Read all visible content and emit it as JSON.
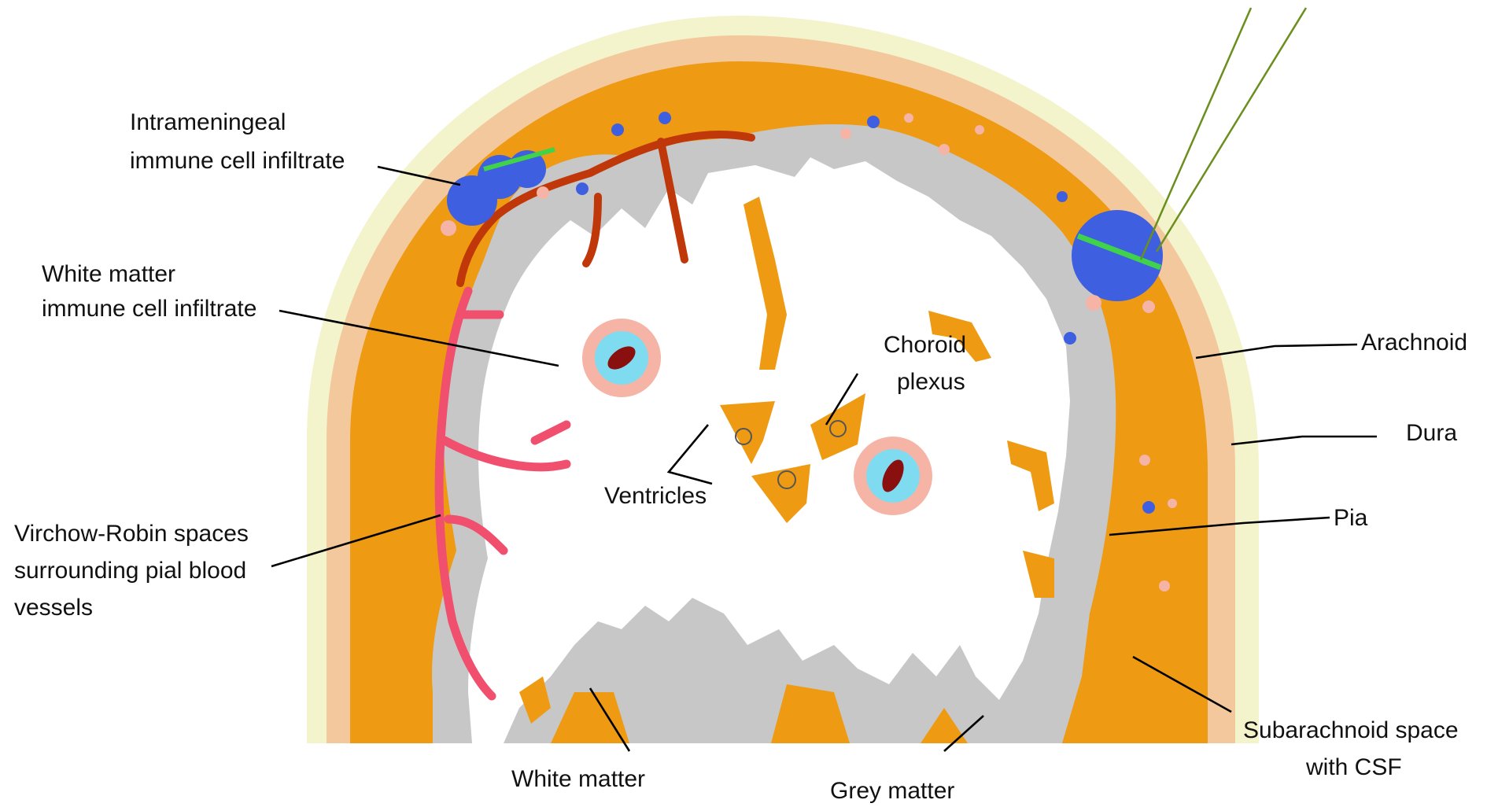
{
  "labels": {
    "intrameningeal_1": "Intrameningeal",
    "intrameningeal_2": "immune cell infiltrate",
    "white_matter_infiltrate_1": "White matter",
    "white_matter_infiltrate_2": "immune cell infiltrate",
    "virchow_1": "Virchow-Robin spaces",
    "virchow_2": "surrounding pial blood",
    "virchow_3": "vessels",
    "choroid_1": "Choroid",
    "choroid_2": "plexus",
    "ventricles": "Ventricles",
    "arachnoid": "Arachnoid",
    "dura": "Dura",
    "pia": "Pia",
    "subarachnoid_1": "Subarachnoid space",
    "subarachnoid_2": "with CSF",
    "white_matter": "White matter",
    "grey_matter": "Grey matter"
  },
  "colors": {
    "dura": "#f3f3cc",
    "arachnoid": "#f3c89c",
    "csf": "#ee9a12",
    "grey_matter": "#c7c7c7",
    "white_matter": "#ffffff",
    "artery": "#c0380a",
    "pial_vessel": "#f0506e",
    "immune_cell_blue": "#3d5fe0",
    "immune_cell_pink": "#f5b4a6",
    "cell_green": "#3fd24a",
    "vessel_lumen": "#8a1010",
    "vessel_cuff": "#7fdcf0",
    "electrode": "#6b8f1e"
  }
}
